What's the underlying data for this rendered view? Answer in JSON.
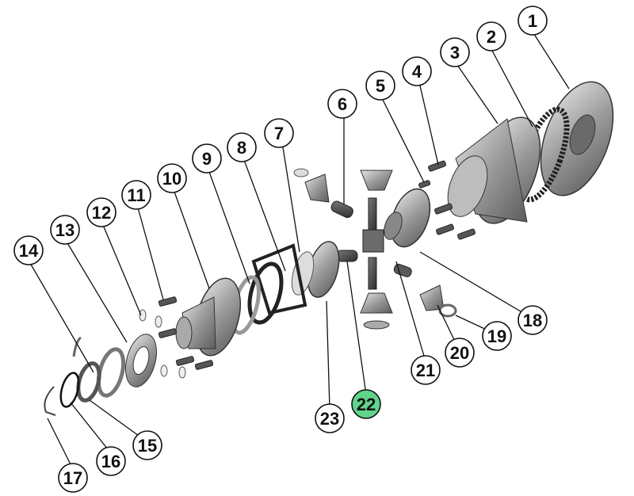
{
  "diagram": {
    "callouts": [
      {
        "label": "1"
      },
      {
        "label": "2"
      },
      {
        "label": "3"
      },
      {
        "label": "4"
      },
      {
        "label": "5"
      },
      {
        "label": "6"
      },
      {
        "label": "7"
      },
      {
        "label": "8"
      },
      {
        "label": "9"
      },
      {
        "label": "10"
      },
      {
        "label": "11"
      },
      {
        "label": "12"
      },
      {
        "label": "13"
      },
      {
        "label": "14"
      },
      {
        "label": "15"
      },
      {
        "label": "16"
      },
      {
        "label": "17"
      },
      {
        "label": "18"
      },
      {
        "label": "19"
      },
      {
        "label": "20"
      },
      {
        "label": "21"
      },
      {
        "label": "22"
      },
      {
        "label": "23"
      }
    ],
    "highlight_label": "22",
    "colors": {
      "highlight_fill": "#5fd48b",
      "callout_fill": "#ffffff",
      "stroke": "#111111",
      "part_dark": "#3a3a3a",
      "part_mid": "#8a8a8a",
      "part_light": "#cfcfcf"
    }
  }
}
